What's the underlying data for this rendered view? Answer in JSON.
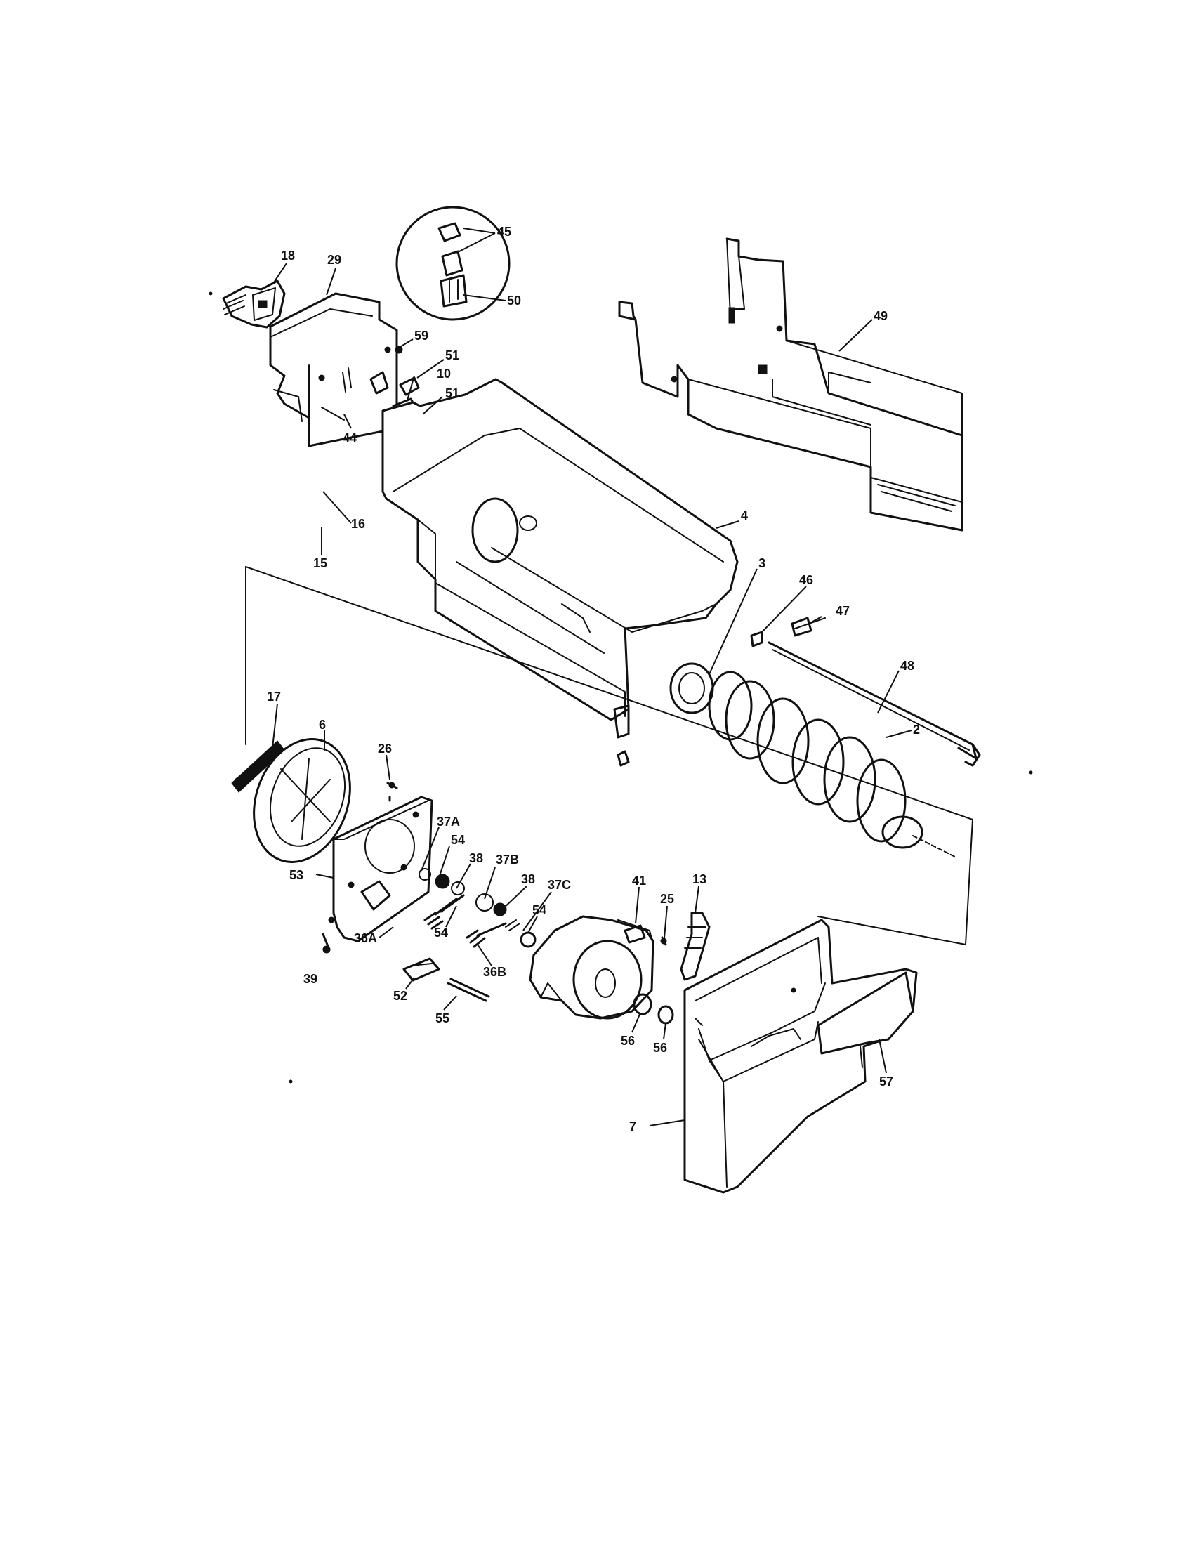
{
  "labels": {
    "l18a": "18",
    "l29": "29",
    "l45": "45",
    "l50": "50",
    "l49": "49",
    "l59": "59",
    "l51a": "51",
    "l10": "10",
    "l51b": "51",
    "l44": "44",
    "l16": "16",
    "l15": "15",
    "l4": "4",
    "l3": "3",
    "l46": "46",
    "l47": "47",
    "l48": "48",
    "l2": "2",
    "l17": "17",
    "l6": "6",
    "l26": "26",
    "l37a": "37A",
    "l54a": "54",
    "l38a": "38",
    "l37b": "37B",
    "l53": "53",
    "l54b": "54",
    "l38b": "38",
    "l37c": "37C",
    "l54c": "54",
    "l41": "41",
    "l25": "25",
    "l13": "13",
    "l36a": "36A",
    "l36b": "36B",
    "l39": "39",
    "l52": "52",
    "l55": "55",
    "l56a": "56",
    "l56b": "56",
    "l57": "57",
    "l7": "7"
  }
}
